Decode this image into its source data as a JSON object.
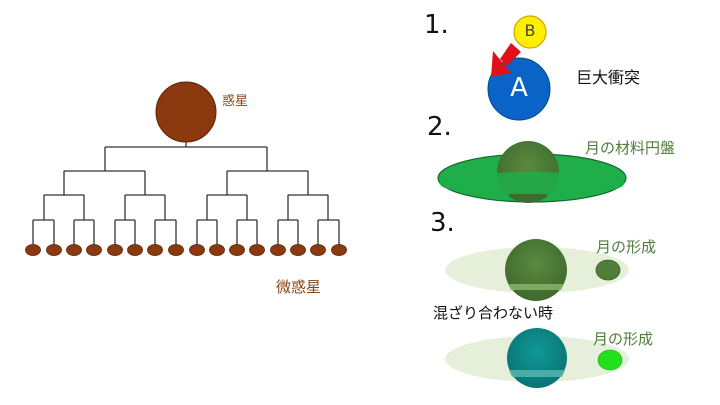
{
  "tree": {
    "planet_label": "惑星",
    "planetesimal_label": "微惑星"
  },
  "steps": [
    {
      "number": "1.",
      "labels": {
        "big": "A",
        "small": "B",
        "caption": "巨大衝突"
      }
    },
    {
      "number": "2.",
      "labels": {
        "caption": "月の材料円盤"
      }
    },
    {
      "number": "3.",
      "labels": {
        "caption_top": "月の形成",
        "middle": "混ざり合わない時",
        "caption_bottom": "月の形成"
      }
    }
  ],
  "colors": {
    "planet": "#8B3A0F",
    "line": "#333333",
    "body_a": "#0a64c8",
    "body_b": "#ffee00",
    "arrow": "#e0101a",
    "disk": "#1fae4a",
    "earth_green": "#4f7d3a",
    "halo": "#e6efd9",
    "earth_teal": "#0b8a8a",
    "moon_bright": "#22e01c"
  }
}
